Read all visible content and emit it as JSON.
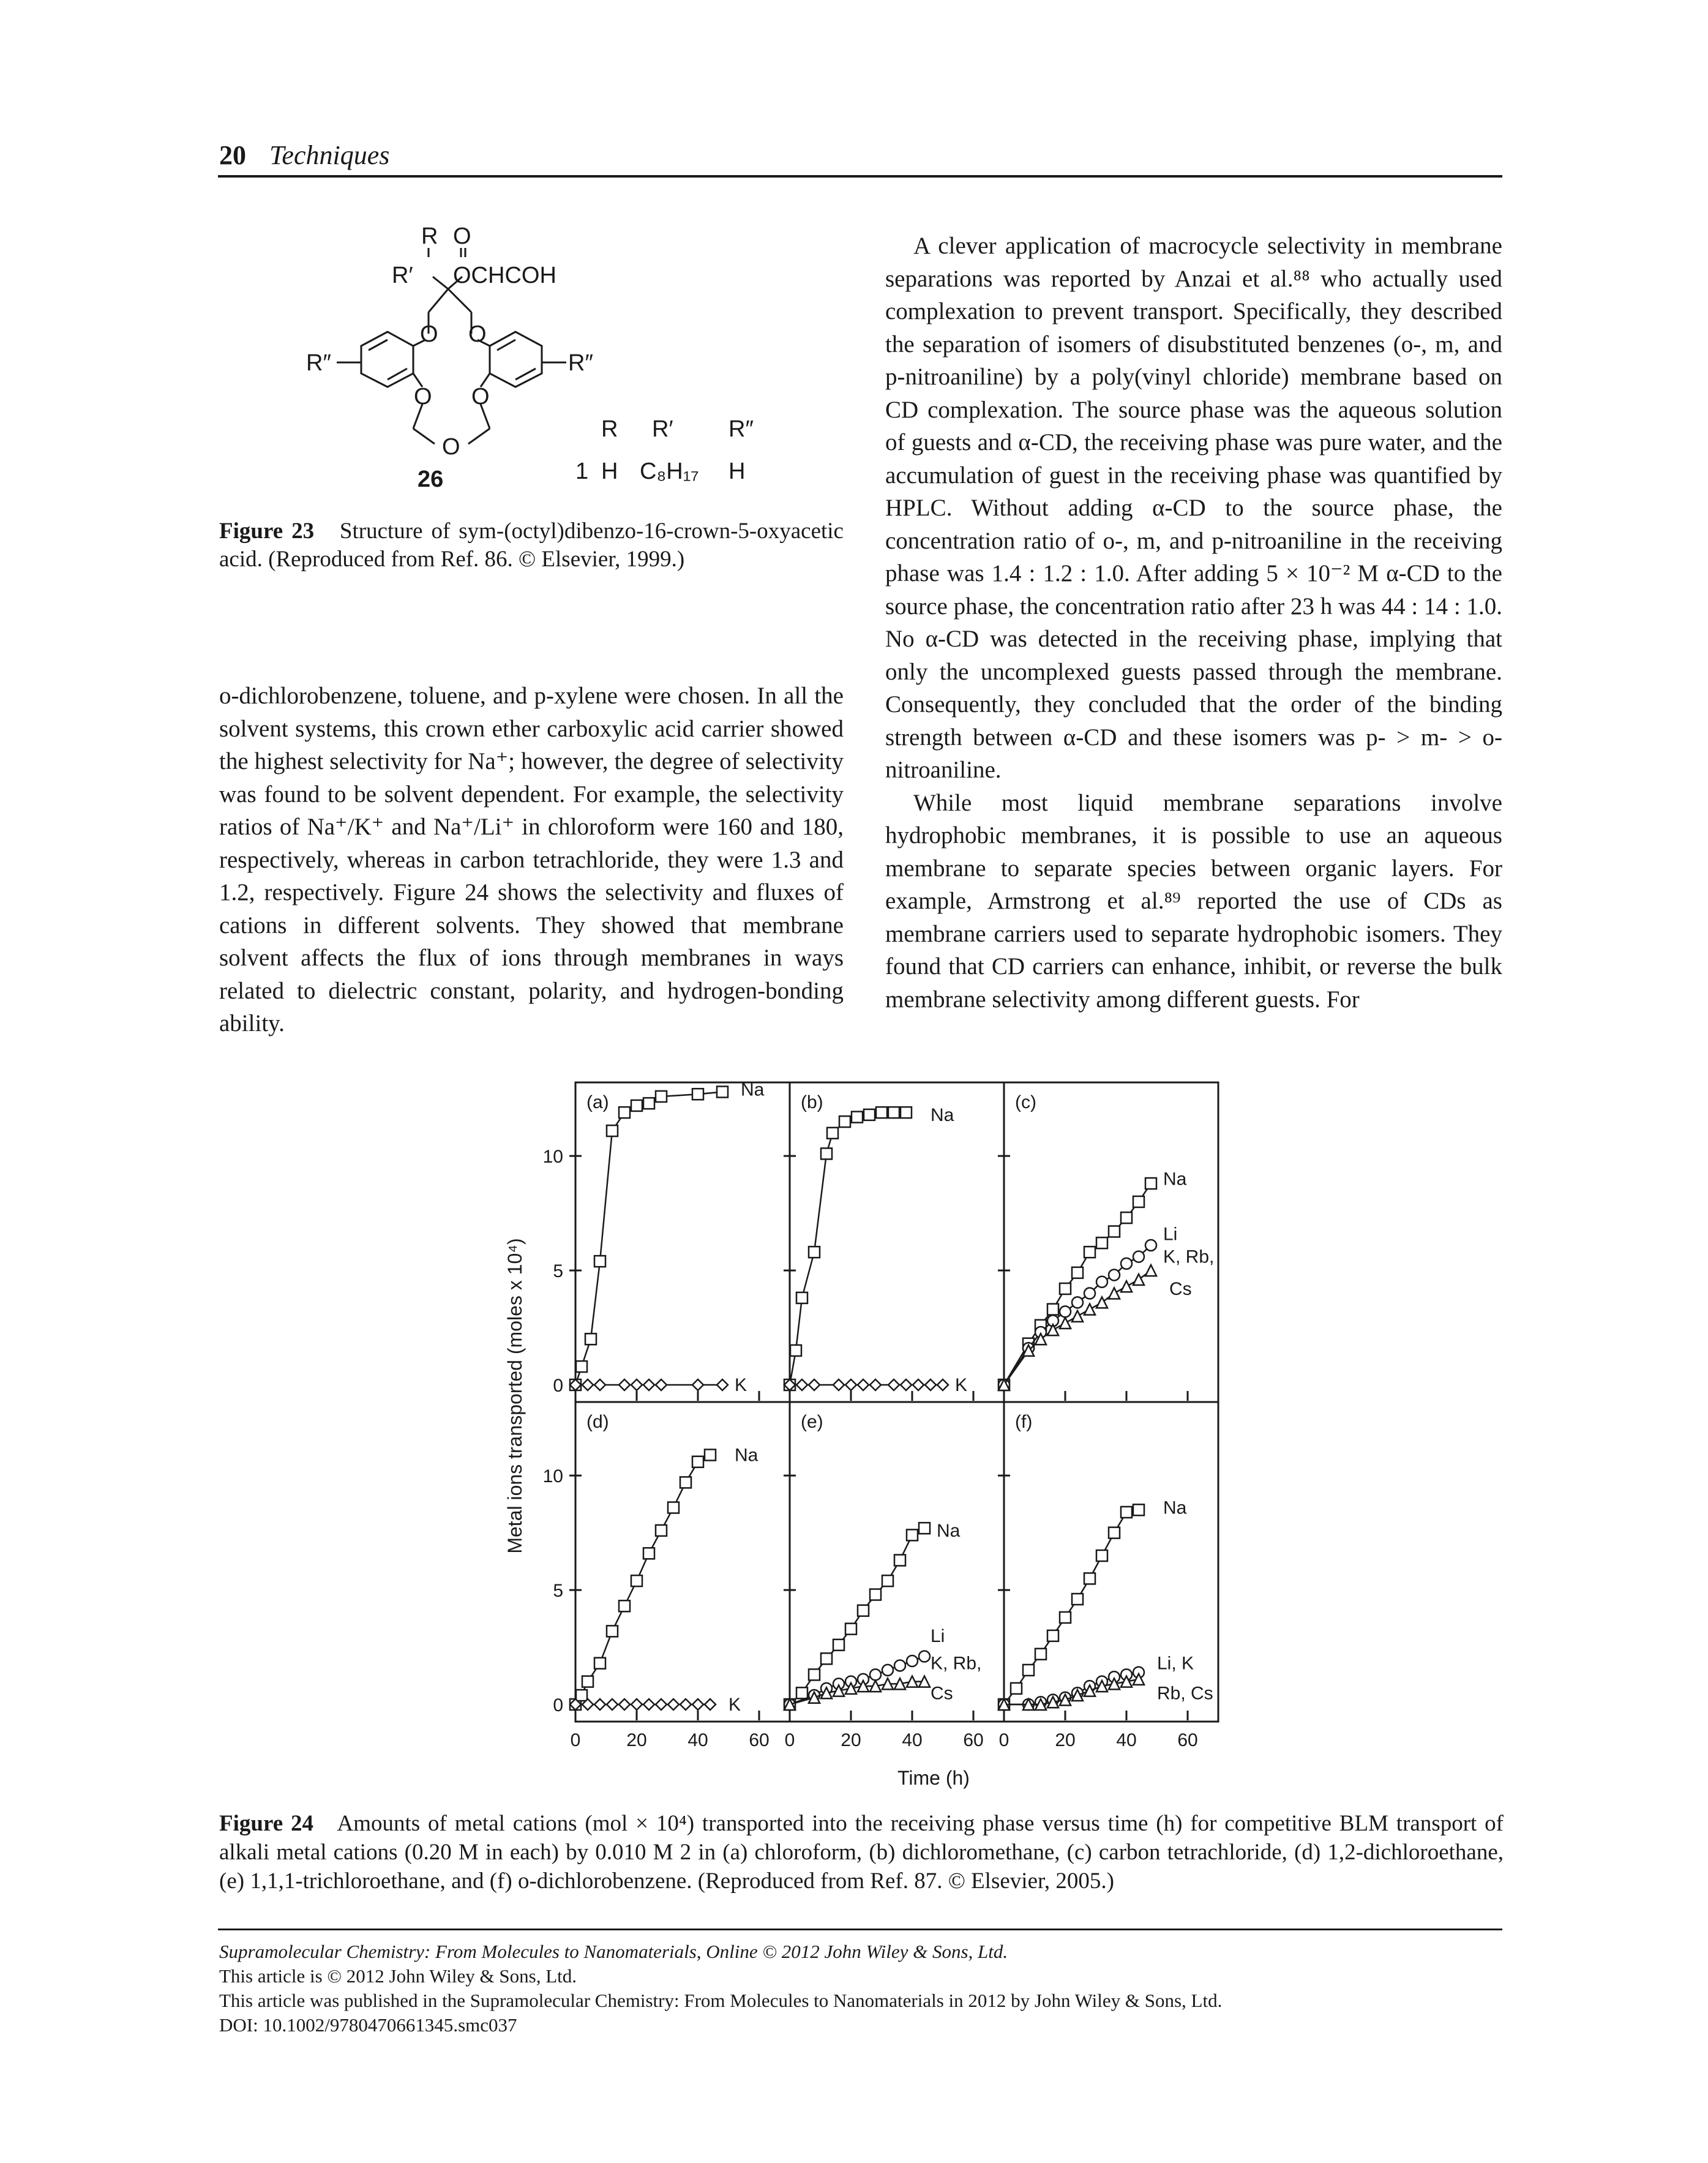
{
  "header": {
    "page_number": "20",
    "section": "Techniques"
  },
  "figure23": {
    "labels": {
      "R": "R",
      "O": "O",
      "Rprime": "R′",
      "acid": "OCHCOH",
      "ring_O": "O",
      "Rdbl": "R″",
      "compound": "26",
      "table_head": [
        "R",
        "R′",
        "R″"
      ],
      "table_row": [
        "1",
        "H",
        "C₈H₁₇",
        "H"
      ]
    },
    "caption_label": "Figure 23",
    "caption_text": "Structure of sym-(octyl)dibenzo-16-crown-5-oxyacetic acid. (Reproduced from Ref. 86. © Elsevier, 1999.)"
  },
  "left_column": "o-dichlorobenzene, toluene, and p-xylene were chosen. In all the solvent systems, this crown ether carboxylic acid carrier showed the highest selectivity for Na⁺; however, the degree of selectivity was found to be solvent dependent. For example, the selectivity ratios of Na⁺/K⁺ and Na⁺/Li⁺ in chloroform were 160 and 180, respectively, whereas in carbon tetrachloride, they were 1.3 and 1.2, respectively. Figure 24 shows the selectivity and fluxes of cations in different solvents. They showed that membrane solvent affects the flux of ions through membranes in ways related to dielectric constant, polarity, and hydrogen-bonding ability.",
  "right_column": [
    "A clever application of macrocycle selectivity in membrane separations was reported by Anzai et al.⁸⁸ who actually used complexation to prevent transport. Specifically, they described the separation of isomers of disubstituted benzenes (o-, m, and p-nitroaniline) by a poly(vinyl chloride) membrane based on CD complexation. The source phase was the aqueous solution of guests and α-CD, the receiving phase was pure water, and the accumulation of guest in the receiving phase was quantified by HPLC. Without adding α-CD to the source phase, the concentration ratio of o-, m, and p-nitroaniline in the receiving phase was 1.4 : 1.2 : 1.0. After adding 5 × 10⁻² M α-CD to the source phase, the concentration ratio after 23 h was 44 : 14 : 1.0. No α-CD was detected in the receiving phase, implying that only the uncomplexed guests passed through the membrane. Consequently, they concluded that the order of the binding strength between α-CD and these isomers was p- > m- > o- nitroaniline.",
    "While most liquid membrane separations involve hydrophobic membranes, it is possible to use an aqueous membrane to separate species between organic layers. For example, Armstrong et al.⁸⁹ reported the use of CDs as membrane carriers used to separate hydrophobic isomers. They found that CD carriers can enhance, inhibit, or reverse the bulk membrane selectivity among different guests. For"
  ],
  "chart_data": {
    "type": "line",
    "ylabel": "Metal ions transported (moles x 10⁴)",
    "xlabel": "Time (h)",
    "xlim": [
      0,
      70
    ],
    "ylim": [
      0,
      13
    ],
    "xticks": [
      "0",
      "20",
      "40",
      "60"
    ],
    "yticks": [
      "0",
      "5",
      "10"
    ],
    "panels": [
      {
        "label": "(a)",
        "series": [
          {
            "name": "Na",
            "marker": "square",
            "x": [
              0,
              2,
              5,
              8,
              12,
              16,
              20,
              24,
              28,
              40,
              48
            ],
            "y": [
              0,
              0.8,
              2,
              5.4,
              11.1,
              11.9,
              12.2,
              12.3,
              12.6,
              12.7,
              12.8
            ]
          },
          {
            "name": "K",
            "marker": "diamond",
            "x": [
              0,
              4,
              8,
              16,
              20,
              24,
              28,
              40,
              48
            ],
            "y": [
              0,
              0,
              0,
              0,
              0,
              0,
              0,
              0,
              0
            ]
          }
        ],
        "labels": [
          {
            "text": "Na",
            "x": 54,
            "y": 12.9
          },
          {
            "text": "K",
            "x": 52,
            "y": 0
          }
        ]
      },
      {
        "label": "(b)",
        "series": [
          {
            "name": "Na",
            "marker": "square",
            "x": [
              0,
              2,
              4,
              8,
              12,
              14,
              18,
              22,
              26,
              30,
              34,
              38
            ],
            "y": [
              0,
              1.5,
              3.8,
              5.8,
              10.1,
              11,
              11.5,
              11.7,
              11.8,
              11.9,
              11.9,
              11.9
            ]
          },
          {
            "name": "K",
            "marker": "diamond",
            "x": [
              0,
              4,
              8,
              16,
              20,
              24,
              28,
              34,
              38,
              42,
              46,
              50
            ],
            "y": [
              0,
              0,
              0,
              0,
              0,
              0,
              0,
              0,
              0,
              0,
              0,
              0
            ]
          }
        ],
        "labels": [
          {
            "text": "Na",
            "x": 46,
            "y": 11.8
          },
          {
            "text": "K",
            "x": 54,
            "y": 0
          }
        ]
      },
      {
        "label": "(c)",
        "series": [
          {
            "name": "Na",
            "marker": "square",
            "x": [
              0,
              8,
              12,
              16,
              20,
              24,
              28,
              32,
              36,
              40,
              44,
              48
            ],
            "y": [
              0,
              1.8,
              2.6,
              3.3,
              4.2,
              4.9,
              5.8,
              6.2,
              6.7,
              7.3,
              8,
              8.8
            ]
          },
          {
            "name": "Li",
            "marker": "circle",
            "x": [
              0,
              8,
              12,
              16,
              20,
              24,
              28,
              32,
              36,
              40,
              44,
              48
            ],
            "y": [
              0,
              1.6,
              2.3,
              2.8,
              3.2,
              3.6,
              4,
              4.5,
              4.8,
              5.3,
              5.6,
              6.1
            ]
          },
          {
            "name": "K, Rb, Cs",
            "marker": "triangle",
            "x": [
              0,
              8,
              12,
              16,
              20,
              24,
              28,
              32,
              36,
              40,
              44,
              48
            ],
            "y": [
              0,
              1.5,
              2,
              2.4,
              2.7,
              3,
              3.3,
              3.6,
              4,
              4.3,
              4.6,
              5
            ]
          }
        ],
        "labels": [
          {
            "text": "Na",
            "x": 52,
            "y": 9
          },
          {
            "text": "Li",
            "x": 52,
            "y": 6.6
          },
          {
            "text": "K, Rb,",
            "x": 52,
            "y": 5.6
          },
          {
            "text": "Cs",
            "x": 54,
            "y": 4.2
          }
        ]
      },
      {
        "label": "(d)",
        "series": [
          {
            "name": "Na",
            "marker": "square",
            "x": [
              0,
              2,
              4,
              8,
              12,
              16,
              20,
              24,
              28,
              32,
              36,
              40,
              44
            ],
            "y": [
              0,
              0.4,
              1,
              1.8,
              3.2,
              4.3,
              5.4,
              6.6,
              7.6,
              8.6,
              9.7,
              10.6,
              10.9
            ]
          },
          {
            "name": "K",
            "marker": "diamond",
            "x": [
              0,
              4,
              8,
              12,
              16,
              20,
              24,
              28,
              32,
              36,
              40,
              44
            ],
            "y": [
              0,
              0,
              0,
              0,
              0,
              0,
              0,
              0,
              0,
              0,
              0,
              0
            ]
          }
        ],
        "labels": [
          {
            "text": "Na",
            "x": 52,
            "y": 10.9
          },
          {
            "text": "K",
            "x": 50,
            "y": 0
          }
        ]
      },
      {
        "label": "(e)",
        "series": [
          {
            "name": "Na",
            "marker": "square",
            "x": [
              0,
              4,
              8,
              12,
              16,
              20,
              24,
              28,
              32,
              36,
              40,
              44
            ],
            "y": [
              0,
              0.5,
              1.3,
              2,
              2.6,
              3.3,
              4.1,
              4.8,
              5.4,
              6.3,
              7.4,
              7.7
            ]
          },
          {
            "name": "Li",
            "marker": "circle",
            "x": [
              0,
              8,
              12,
              16,
              20,
              24,
              28,
              32,
              36,
              40,
              44
            ],
            "y": [
              0,
              0.4,
              0.7,
              0.9,
              1,
              1.1,
              1.3,
              1.5,
              1.7,
              1.9,
              2.1
            ]
          },
          {
            "name": "K, Rb, Cs",
            "marker": "triangle",
            "x": [
              0,
              8,
              12,
              16,
              20,
              24,
              28,
              32,
              36,
              40,
              44
            ],
            "y": [
              0,
              0.3,
              0.5,
              0.6,
              0.7,
              0.8,
              0.8,
              0.9,
              0.9,
              1,
              1
            ]
          }
        ],
        "labels": [
          {
            "text": "Na",
            "x": 48,
            "y": 7.6
          },
          {
            "text": "Li",
            "x": 46,
            "y": 3
          },
          {
            "text": "K, Rb,",
            "x": 46,
            "y": 1.8
          },
          {
            "text": "Cs",
            "x": 46,
            "y": 0.5
          }
        ]
      },
      {
        "label": "(f)",
        "series": [
          {
            "name": "Na",
            "marker": "square",
            "x": [
              0,
              4,
              8,
              12,
              16,
              20,
              24,
              28,
              32,
              36,
              40,
              44
            ],
            "y": [
              0,
              0.7,
              1.5,
              2.2,
              3,
              3.8,
              4.6,
              5.5,
              6.5,
              7.5,
              8.4,
              8.5
            ]
          },
          {
            "name": "Li, K",
            "marker": "circle",
            "x": [
              0,
              8,
              12,
              16,
              20,
              24,
              28,
              32,
              36,
              40,
              44
            ],
            "y": [
              0,
              0,
              0.1,
              0.2,
              0.3,
              0.5,
              0.8,
              1,
              1.2,
              1.3,
              1.4
            ]
          },
          {
            "name": "Rb, Cs",
            "marker": "triangle",
            "x": [
              0,
              8,
              12,
              16,
              20,
              24,
              28,
              32,
              36,
              40,
              44
            ],
            "y": [
              0,
              0,
              0,
              0.1,
              0.2,
              0.4,
              0.6,
              0.8,
              0.9,
              1,
              1.1
            ]
          }
        ],
        "labels": [
          {
            "text": "Na",
            "x": 52,
            "y": 8.6
          },
          {
            "text": "Li, K",
            "x": 50,
            "y": 1.8
          },
          {
            "text": "Rb, Cs",
            "x": 50,
            "y": 0.5
          }
        ]
      }
    ]
  },
  "figure24": {
    "caption_label": "Figure 24",
    "caption_text": "Amounts of metal cations (mol × 10⁴) transported into the receiving phase versus time (h) for competitive BLM transport of alkali metal cations (0.20 M in each) by 0.010 M 2 in (a) chloroform, (b) dichloromethane, (c) carbon tetrachloride, (d) 1,2-dichloroethane, (e) 1,1,1-trichloroethane, and (f) o-dichlorobenzene. (Reproduced from Ref. 87. © Elsevier, 2005.)"
  },
  "footer": {
    "line1": "Supramolecular Chemistry: From Molecules to Nanomaterials, Online © 2012 John Wiley & Sons, Ltd.",
    "line2": "This article is © 2012 John Wiley & Sons, Ltd.",
    "line3": "This article was published in the Supramolecular Chemistry: From Molecules to Nanomaterials in 2012 by John Wiley & Sons, Ltd.",
    "line4": "DOI: 10.1002/9780470661345.smc037"
  }
}
